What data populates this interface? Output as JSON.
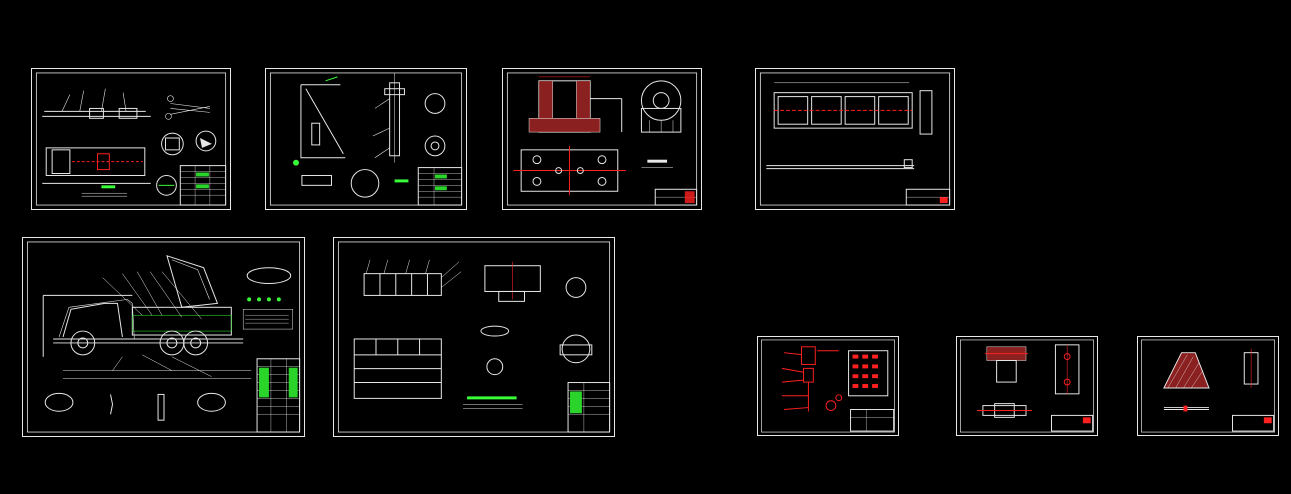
{
  "viewer": {
    "background": "#000000"
  },
  "colors": {
    "line": "#e8e8e8",
    "dimension": "#ff2020",
    "annotation": "#39ff39",
    "table": "#2bd42b"
  },
  "sheets": [
    {
      "id": "sheet-1",
      "content": "chassis-side-and-top-view"
    },
    {
      "id": "sheet-2",
      "content": "lift-arm-assembly"
    },
    {
      "id": "sheet-3",
      "content": "block-part-sections"
    },
    {
      "id": "sheet-4",
      "content": "frame-rail-drawing"
    },
    {
      "id": "sheet-5",
      "content": "dump-truck-general-assembly"
    },
    {
      "id": "sheet-6",
      "content": "cargo-box-assembly"
    },
    {
      "id": "sheet-7",
      "content": "hydraulic-circuit-with-table"
    },
    {
      "id": "sheet-8",
      "content": "bracket-part-drawing"
    },
    {
      "id": "sheet-9",
      "content": "wedge-part-drawing"
    }
  ]
}
